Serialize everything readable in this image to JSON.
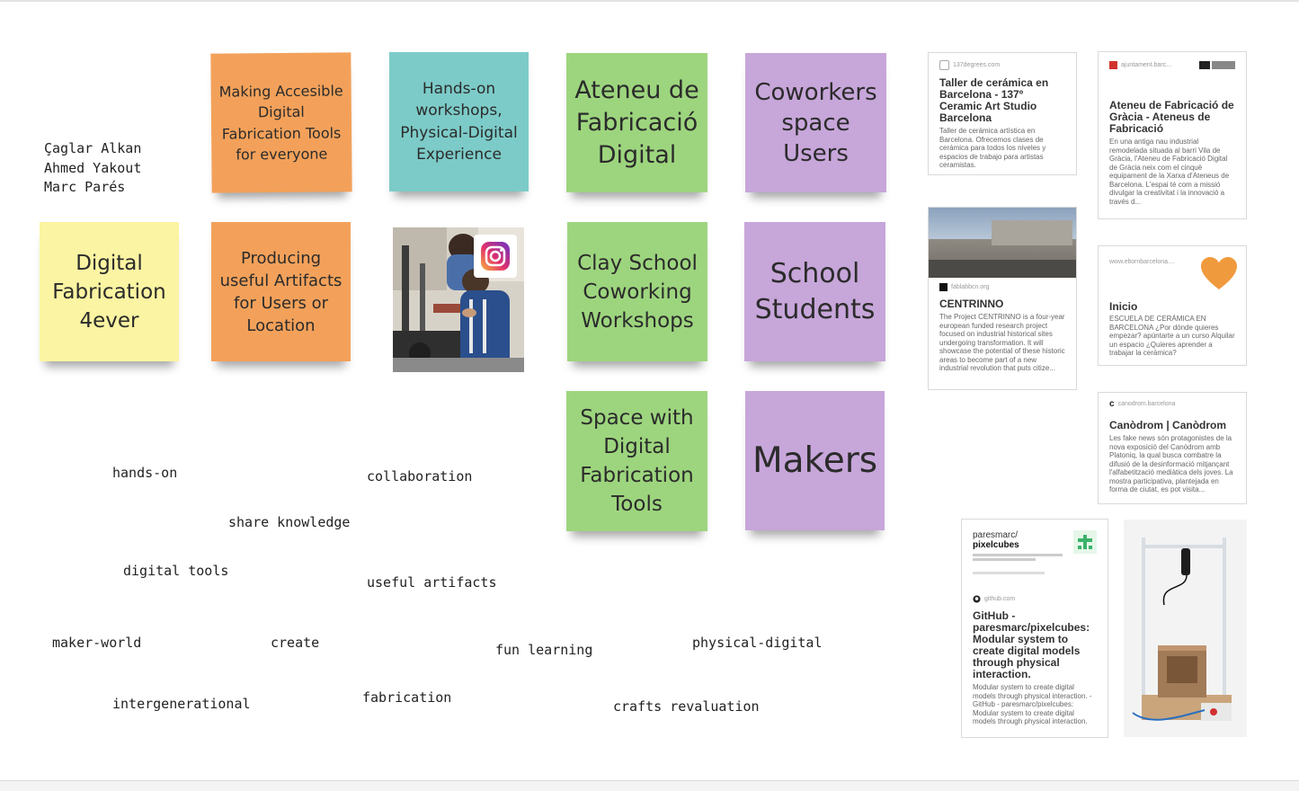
{
  "authors": [
    "Çaglar Alkan",
    "Ahmed Yakout",
    "Marc Parés"
  ],
  "stickies": {
    "making_accessible": "Making Accesible Digital Fabrication Tools for everyone",
    "hands_on": "Hands-on workshops, Physical-Digital Experience",
    "ateneu": "Ateneu de Fabricació Digital",
    "coworkers": "Coworkers space Users",
    "digital_fab_4ever": "Digital Fabrication 4ever",
    "producing": "Producing useful Artifacts for Users or Location",
    "clay_school": "Clay School Coworking Workshops",
    "school_students": "School Students",
    "space_with": "Space with Digital Fabrication Tools",
    "makers": "Makers"
  },
  "keywords": {
    "hands_on": "hands-on",
    "collaboration": "collaboration",
    "share_knowledge": "share knowledge",
    "digital_tools": "digital tools",
    "useful_artifacts": "useful artifacts",
    "maker_world": "maker-world",
    "create": "create",
    "fun_learning": "fun learning",
    "physical_digital": "physical-digital",
    "intergenerational": "intergenerational",
    "fabrication": "fabrication",
    "crafts_revaluation": "crafts revaluation"
  },
  "cards": {
    "ceramic": {
      "domain": "137degrees.com",
      "title": "Taller de cerámica en Barcelona - 137º Ceramic Art Studio Barcelona",
      "desc": "Taller de cerámica artística en Barcelona. Ofrecemos clases de cerámica para todos los niveles y espacios de trabajo para artistas ceramistas."
    },
    "ateneu": {
      "domain": "ajuntament.barc...",
      "title": "Ateneu de Fabricació de Gràcia - Ateneus de Fabricació",
      "desc": "En una antiga nau industrial remodelada situada al barri Vila de Gràcia, l'Ateneu de Fabricació Digital de Gràcia neix com el cinquè equipament de la Xarxa d'Ateneus de Barcelona. L'espai té com a missió divulgar la creativitat i la innovació a través d..."
    },
    "centrinno": {
      "domain": "fablabbcn.org",
      "title": "CENTRINNO",
      "desc": "The Project CENTRINNO is a four-year european funded research project focused on industrial historical sites undergoing transformation. It will showcase the potential of these historic areas to become part of a new industrial revolution that puts citize..."
    },
    "inicio": {
      "domain": "www.eltornbarcelona....",
      "title": "Inicio",
      "desc": "ESCUELA DE CERÁMICA EN BARCELONA ¿Por dónde quieres empezar? apúntarte a un curso Alquilar un espacio ¿Quieres aprender a trabajar la cerámica?"
    },
    "canodrom": {
      "domain": "canodrom.barcelona",
      "title": "Canòdrom | Canòdrom",
      "desc": "Les fake news són protagonistes de la nova exposició del Canòdrom amb Platoniq, la qual busca combatre la difusió de la desinformació mitjançant l'alfabetització mediàtica dels joves. La mostra participativa, plantejada en forma de ciutat, es pot visita..."
    },
    "github": {
      "preview_owner": "paresmarc/",
      "preview_repo": "pixelcubes",
      "domain": "github.com",
      "title": "GitHub - paresmarc/pixelcubes: Modular system to create digital models through physical interaction.",
      "desc": "Modular system to create digital models through physical interaction. - GitHub - paresmarc/pixelcubes: Modular system to create digital models through physical interaction."
    }
  },
  "colors": {
    "orange": "#f3a15a",
    "teal": "#7ccbc8",
    "green": "#9dd57e",
    "purple": "#c7a6da",
    "yellow": "#fbf4a2"
  },
  "icons": [
    "instagram-icon",
    "heart-icon",
    "github-icon"
  ]
}
